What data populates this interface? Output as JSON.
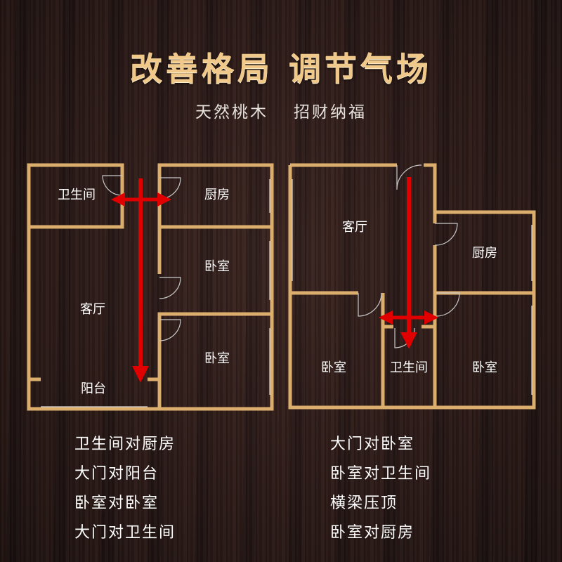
{
  "header": {
    "title_part1": "改善格局",
    "title_part2": "调节气场",
    "subtitle_part1": "天然桃木",
    "subtitle_part2": "招财纳福"
  },
  "plan_left": {
    "rooms": {
      "bathroom": "卫生间",
      "kitchen": "厨房",
      "bedroom_top": "卧室",
      "living_room": "客厅",
      "bedroom_bottom": "卧室",
      "balcony": "阳台"
    }
  },
  "plan_right": {
    "rooms": {
      "living_room": "客厅",
      "kitchen": "厨房",
      "bedroom_left": "卧室",
      "bathroom": "卫生间",
      "bedroom_right": "卧室"
    }
  },
  "issues_left": [
    "卫生间对厨房",
    "大门对阳台",
    "卧室对卧室",
    "大门对卫生间"
  ],
  "issues_right": [
    "大门对卧室",
    "卧室对卫生间",
    "横梁压顶",
    "卧室对厨房"
  ],
  "colors": {
    "wall": "#dcae6d",
    "arrow": "#e00000",
    "title": "#f0c98a"
  }
}
